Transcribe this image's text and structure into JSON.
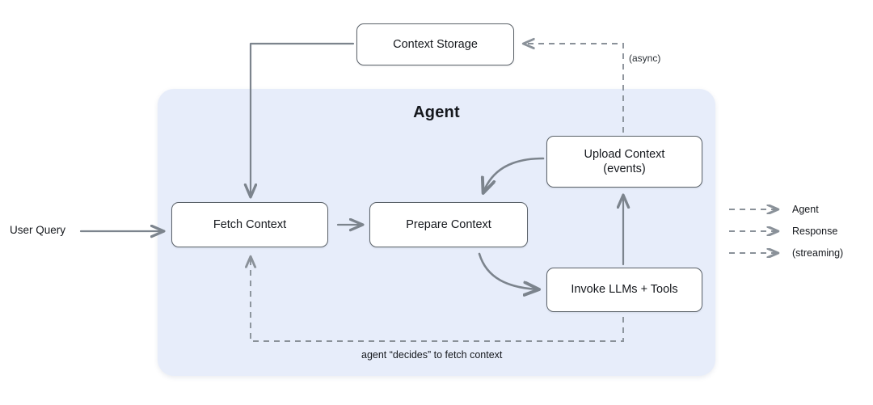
{
  "diagram": {
    "title": "Agent",
    "nodes": {
      "context_storage": {
        "label": "Context Storage"
      },
      "fetch_context": {
        "label": "Fetch Context"
      },
      "prepare_context": {
        "label": "Prepare Context"
      },
      "upload_context": {
        "line1": "Upload Context",
        "line2": "(events)"
      },
      "invoke_llms": {
        "label": "Invoke LLMs + Tools"
      }
    },
    "labels": {
      "user_query": "User Query",
      "async": "(async)",
      "decides": "agent “decides” to fetch context"
    },
    "legend": [
      {
        "label": "Agent"
      },
      {
        "label": "Response"
      },
      {
        "label": "(streaming)"
      }
    ],
    "colors": {
      "agent_container": "#e7edfa",
      "node_border": "#5b6269",
      "node_fill": "#ffffff",
      "arrow_solid": "#7c848d",
      "arrow_dashed": "#8a9199",
      "text": "#15181d"
    }
  }
}
